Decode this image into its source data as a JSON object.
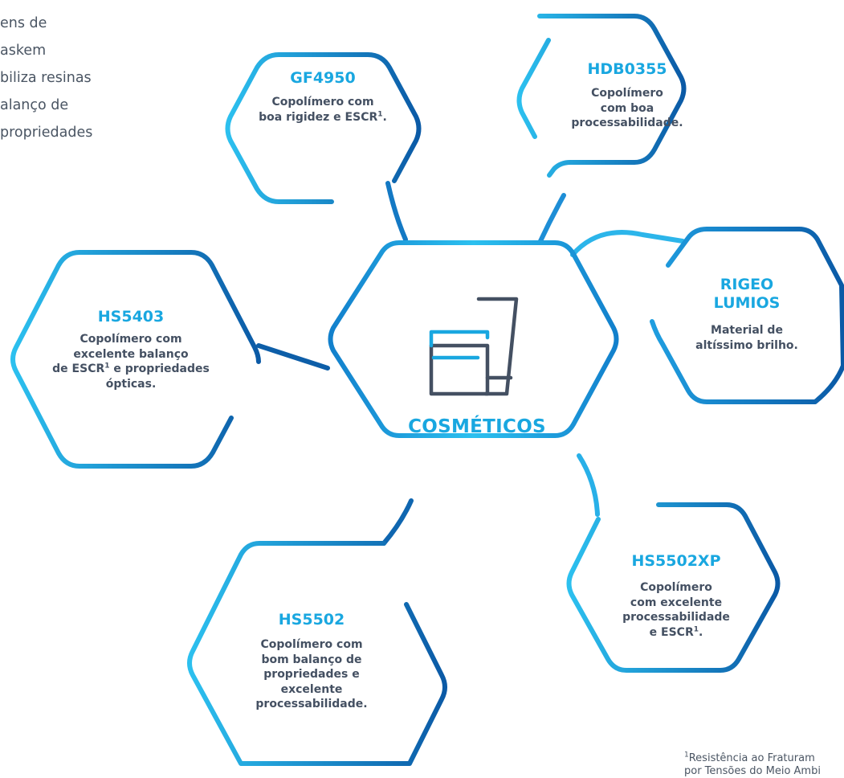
{
  "intro": {
    "lines": [
      "ens de",
      "askem",
      "biliza resinas",
      "alanço de",
      "propriedades"
    ]
  },
  "center": {
    "label": "COSMÉTICOS",
    "icon": "cosmetic-jars-icon"
  },
  "nodes": [
    {
      "id": "gf4950",
      "title": "GF4950",
      "desc": [
        "Copolímero com",
        "boa rigidez e ESCR",
        "1",
        "."
      ]
    },
    {
      "id": "hdb0355",
      "title": "HDB0355",
      "desc": [
        "Copolímero",
        "com boa",
        "processabilidade."
      ]
    },
    {
      "id": "rigeo",
      "title": [
        "RIGEO",
        "LUMIOS"
      ],
      "desc": [
        "Material de",
        "altíssimo brilho."
      ]
    },
    {
      "id": "hs5403",
      "title": "HS5403",
      "desc": [
        "Copolímero com",
        "excelente balanço",
        "de ESCR",
        "1",
        " e propriedades",
        "ópticas."
      ]
    },
    {
      "id": "hs5502xp",
      "title": "HS5502XP",
      "desc": [
        "Copolímero",
        "com excelente",
        "processabilidade",
        "e ESCR",
        "1",
        "."
      ]
    },
    {
      "id": "hs5502",
      "title": "HS5502",
      "desc": [
        "Copolímero com",
        "bom balanço de",
        "propriedades e",
        "excelente",
        "processabilidade."
      ]
    }
  ],
  "footnote": {
    "sup": "1",
    "line1": "Resistência ao Fraturam",
    "line2": "por Tensões do Meio Ambi"
  },
  "colors": {
    "accent": "#19a7e0",
    "dark_blue": "#0d5ea8",
    "mid_blue": "#1c84c9",
    "text": "#445062"
  }
}
